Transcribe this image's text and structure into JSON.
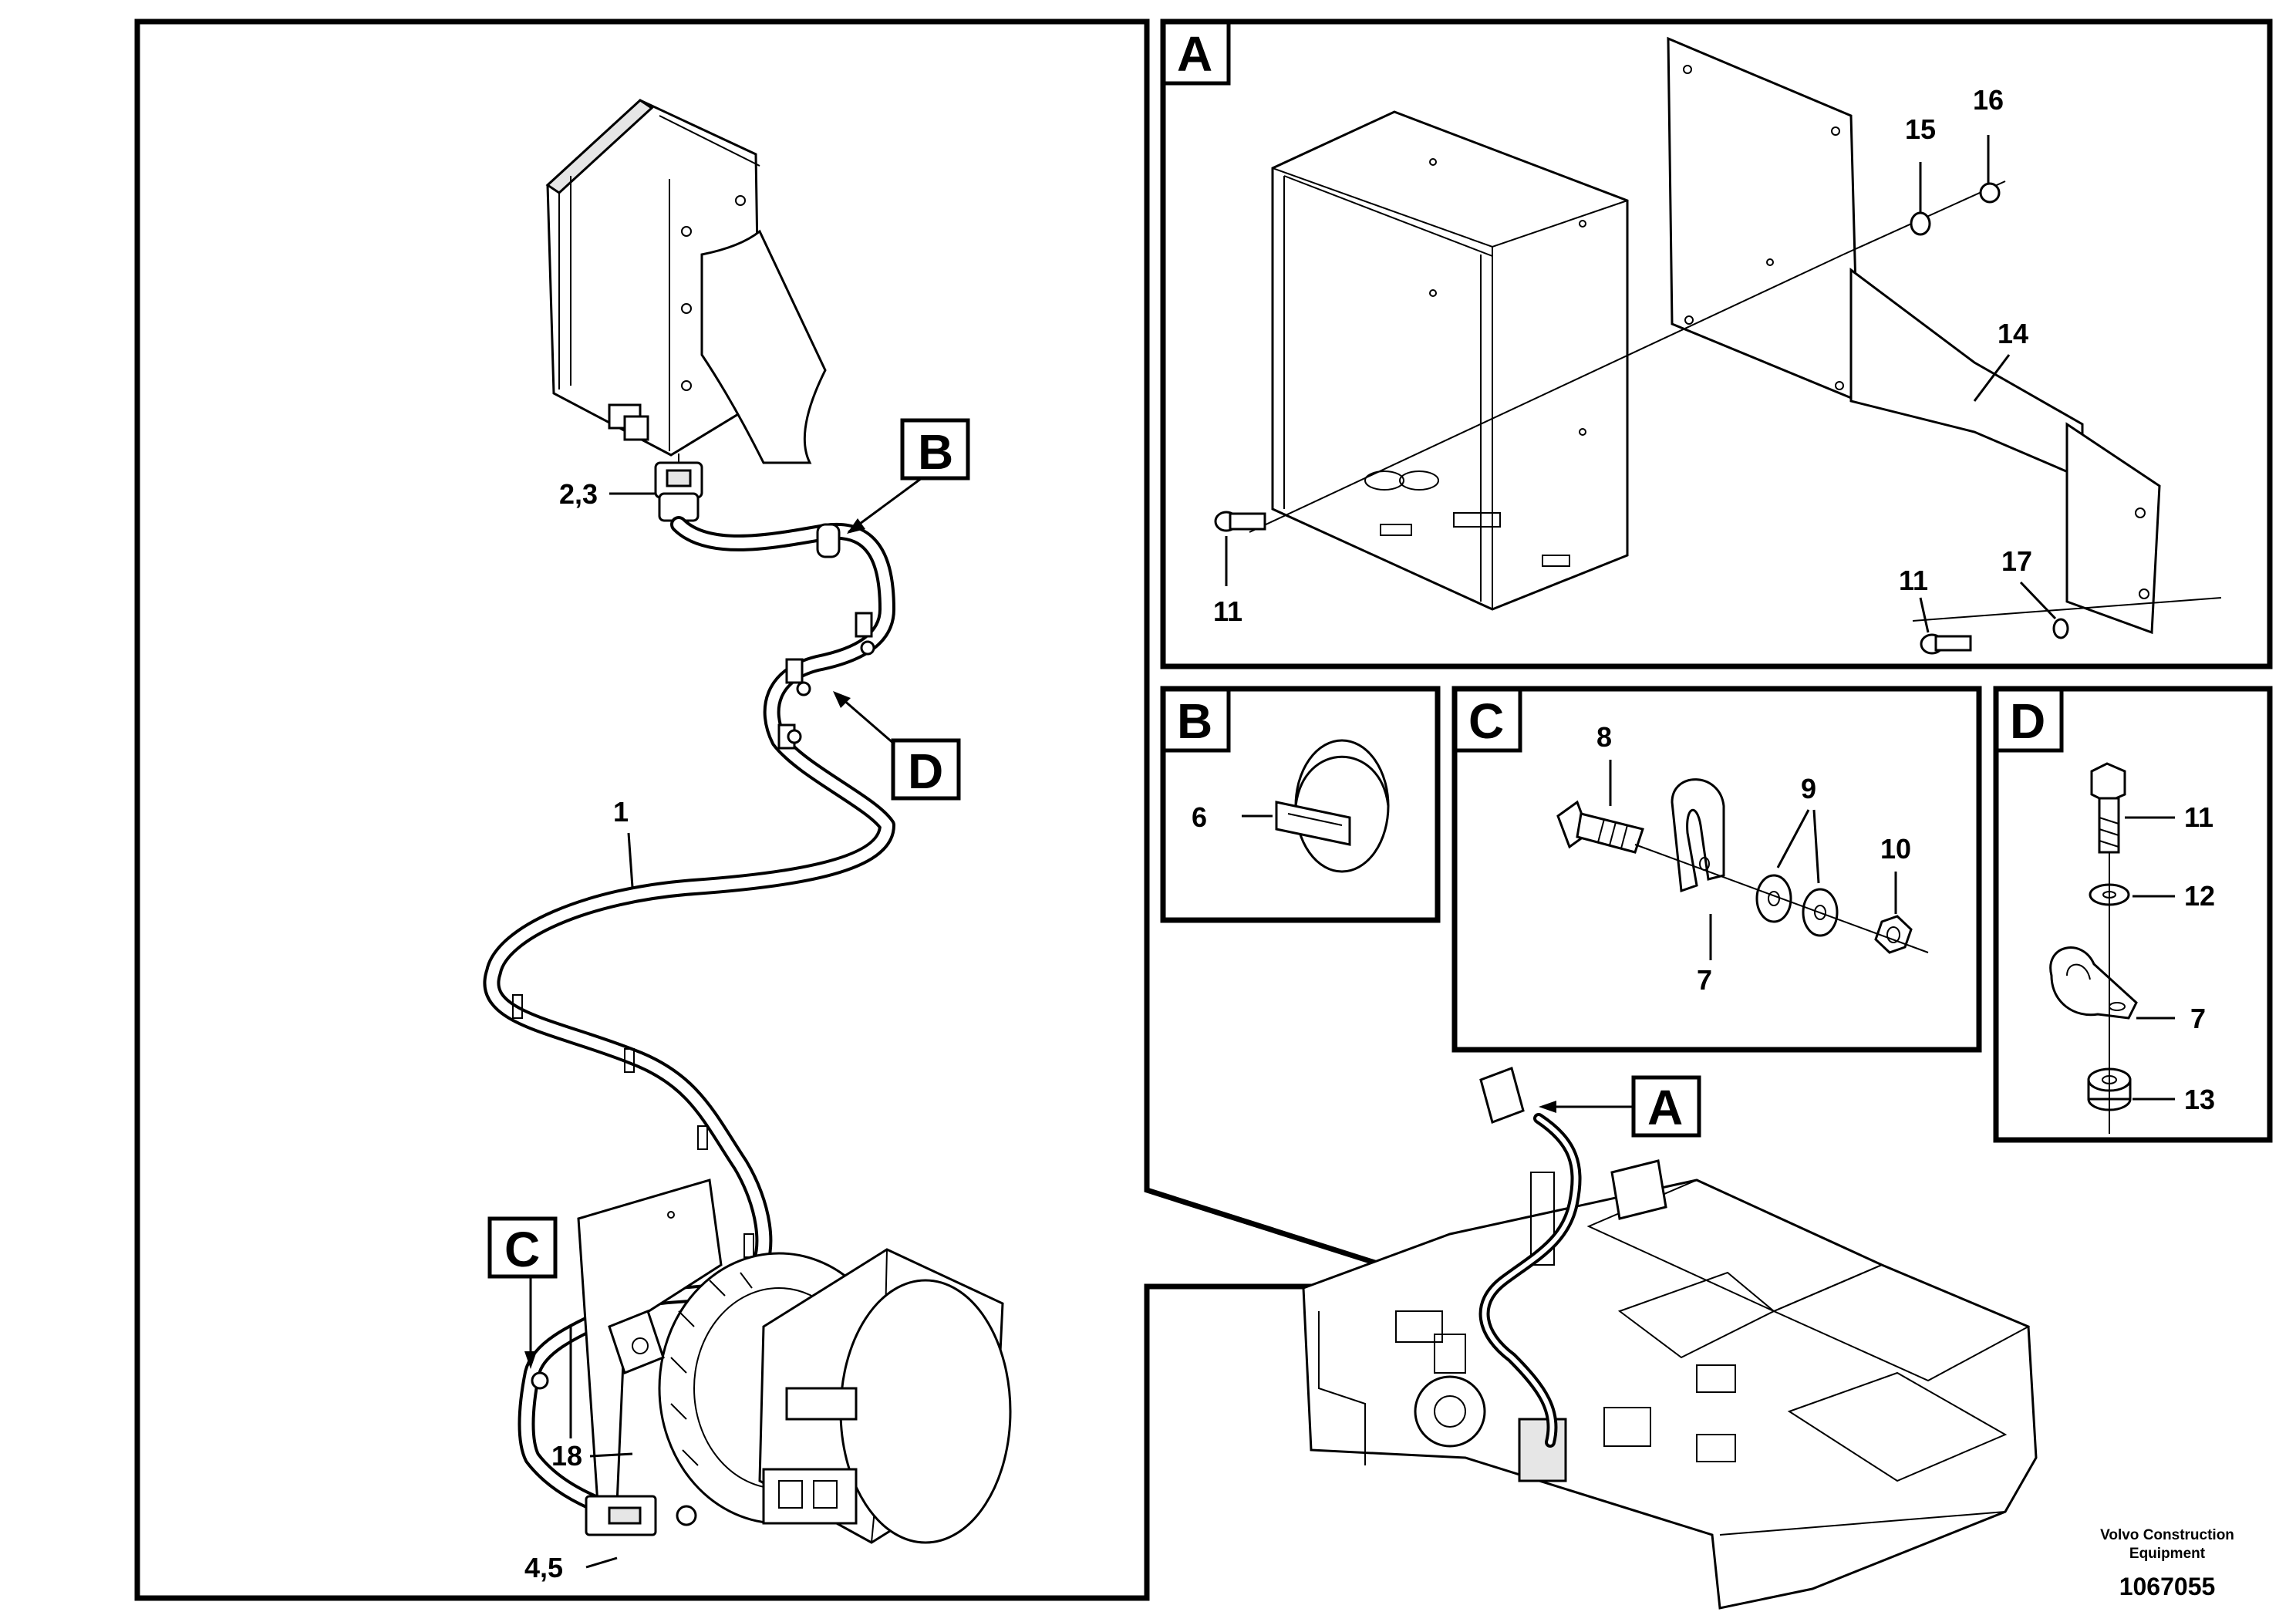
{
  "diagram": {
    "views": {
      "A": {
        "tag": "A"
      },
      "B": {
        "tag": "B"
      },
      "C": {
        "tag": "C"
      },
      "D": {
        "tag": "D"
      }
    },
    "main_labels": {
      "part_1": "1",
      "part_2_3": "2,3",
      "part_4_5": "4,5",
      "part_18": "18"
    },
    "main_callouts": {
      "B": "B",
      "C": "C",
      "D": "D"
    },
    "view_a_labels": {
      "p11_left": "11",
      "p11_right": "11",
      "p14": "14",
      "p15": "15",
      "p16": "16",
      "p17": "17"
    },
    "view_b_labels": {
      "p6": "6"
    },
    "view_c_labels": {
      "p7": "7",
      "p8": "8",
      "p9": "9",
      "p10": "10"
    },
    "view_d_labels": {
      "p11": "11",
      "p12": "12",
      "p7": "7",
      "p13": "13"
    },
    "overview_callout": "A",
    "footer": {
      "company_line1": "Volvo Construction",
      "company_line2": "Equipment",
      "document_number": "1067055"
    }
  }
}
